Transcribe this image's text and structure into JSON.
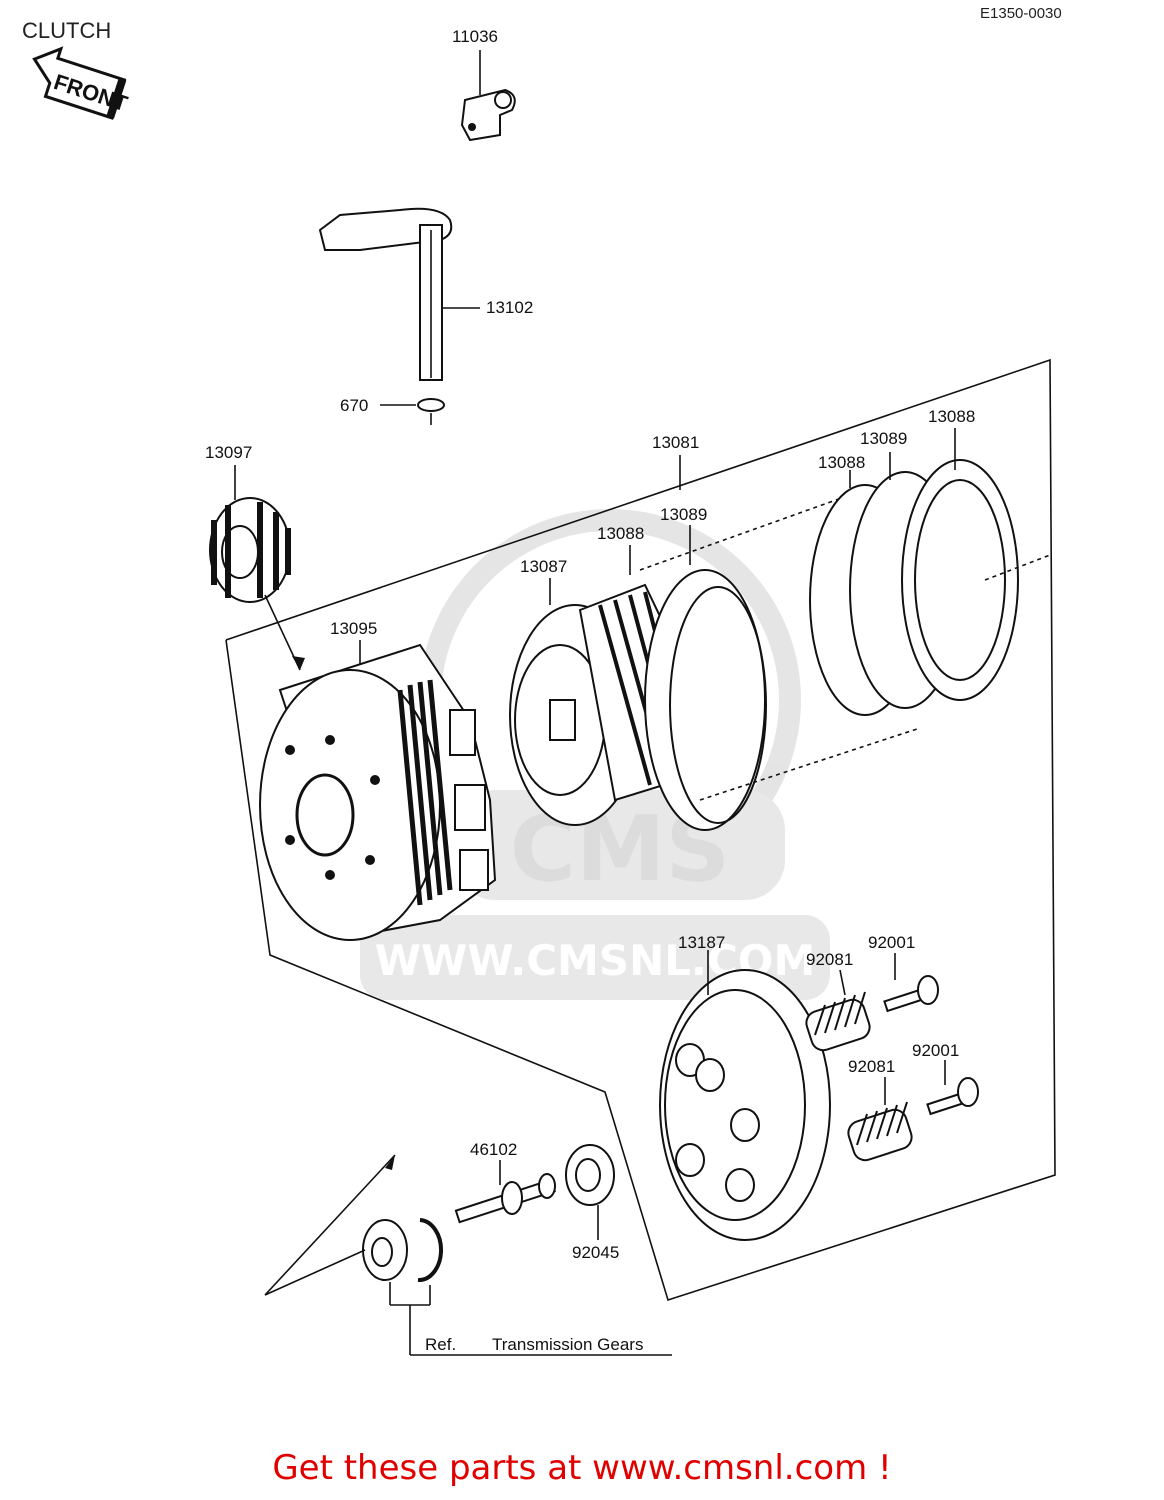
{
  "diagram": {
    "title": "CLUTCH",
    "drawing_code": "E1350-0030",
    "front_arrow": "FRONT",
    "labels": {
      "p11036": "11036",
      "p13102": "13102",
      "p670": "670",
      "p13097": "13097",
      "p13081": "13081",
      "p13088a": "13088",
      "p13089a": "13089",
      "p13088b": "13088",
      "p13088c": "13088",
      "p13089b": "13089",
      "p13087": "13087",
      "p13095": "13095",
      "p13187": "13187",
      "p92081a": "92081",
      "p92001a": "92001",
      "p92081b": "92081",
      "p92001b": "92001",
      "p46102": "46102",
      "p92045": "92045"
    },
    "ref_note": {
      "prefix": "Ref.",
      "text": "Transmission Gears"
    },
    "watermark": {
      "logo": "CMS",
      "url": "WWW.CMSNL.COM"
    }
  },
  "footer": {
    "text": "Get these parts at www.cmsnl.com !"
  },
  "colors": {
    "footer": "#e00000",
    "linework": "#111111",
    "watermark": "#d9d9d9"
  }
}
